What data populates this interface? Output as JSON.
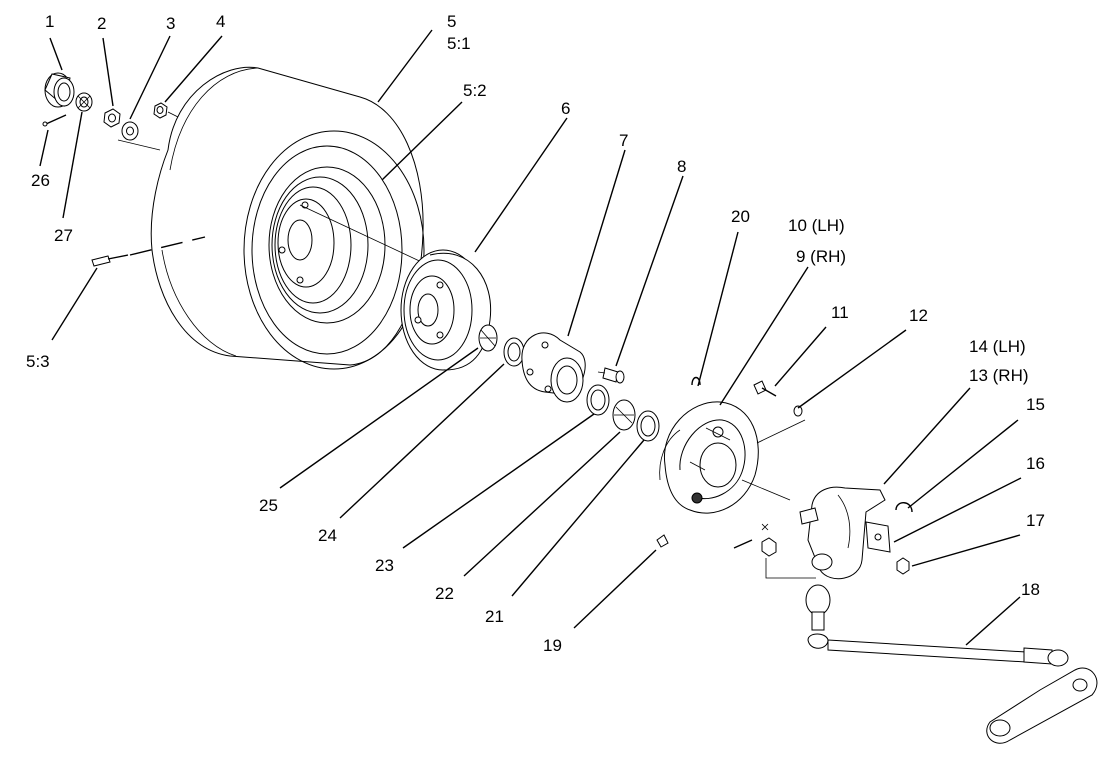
{
  "callouts": [
    {
      "id": "c1",
      "text": "1"
    },
    {
      "id": "c2",
      "text": "2"
    },
    {
      "id": "c3",
      "text": "3"
    },
    {
      "id": "c4",
      "text": "4"
    },
    {
      "id": "c5",
      "text": "5"
    },
    {
      "id": "c5_1",
      "text": "5:1"
    },
    {
      "id": "c5_2",
      "text": "5:2"
    },
    {
      "id": "c5_3",
      "text": "5:3"
    },
    {
      "id": "c6",
      "text": "6"
    },
    {
      "id": "c7",
      "text": "7"
    },
    {
      "id": "c8",
      "text": "8"
    },
    {
      "id": "c9",
      "text": "9  (RH)"
    },
    {
      "id": "c10",
      "text": "10 (LH)"
    },
    {
      "id": "c11",
      "text": "11"
    },
    {
      "id": "c12",
      "text": "12"
    },
    {
      "id": "c13",
      "text": "13  (RH)"
    },
    {
      "id": "c14",
      "text": "14 (LH)"
    },
    {
      "id": "c15",
      "text": "15"
    },
    {
      "id": "c16",
      "text": "16"
    },
    {
      "id": "c17",
      "text": "17"
    },
    {
      "id": "c18",
      "text": "18"
    },
    {
      "id": "c19",
      "text": "19"
    },
    {
      "id": "c20",
      "text": "20"
    },
    {
      "id": "c21",
      "text": "21"
    },
    {
      "id": "c22",
      "text": "22"
    },
    {
      "id": "c23",
      "text": "23"
    },
    {
      "id": "c24",
      "text": "24"
    },
    {
      "id": "c25",
      "text": "25"
    },
    {
      "id": "c26",
      "text": "26"
    },
    {
      "id": "c27",
      "text": "27"
    }
  ]
}
